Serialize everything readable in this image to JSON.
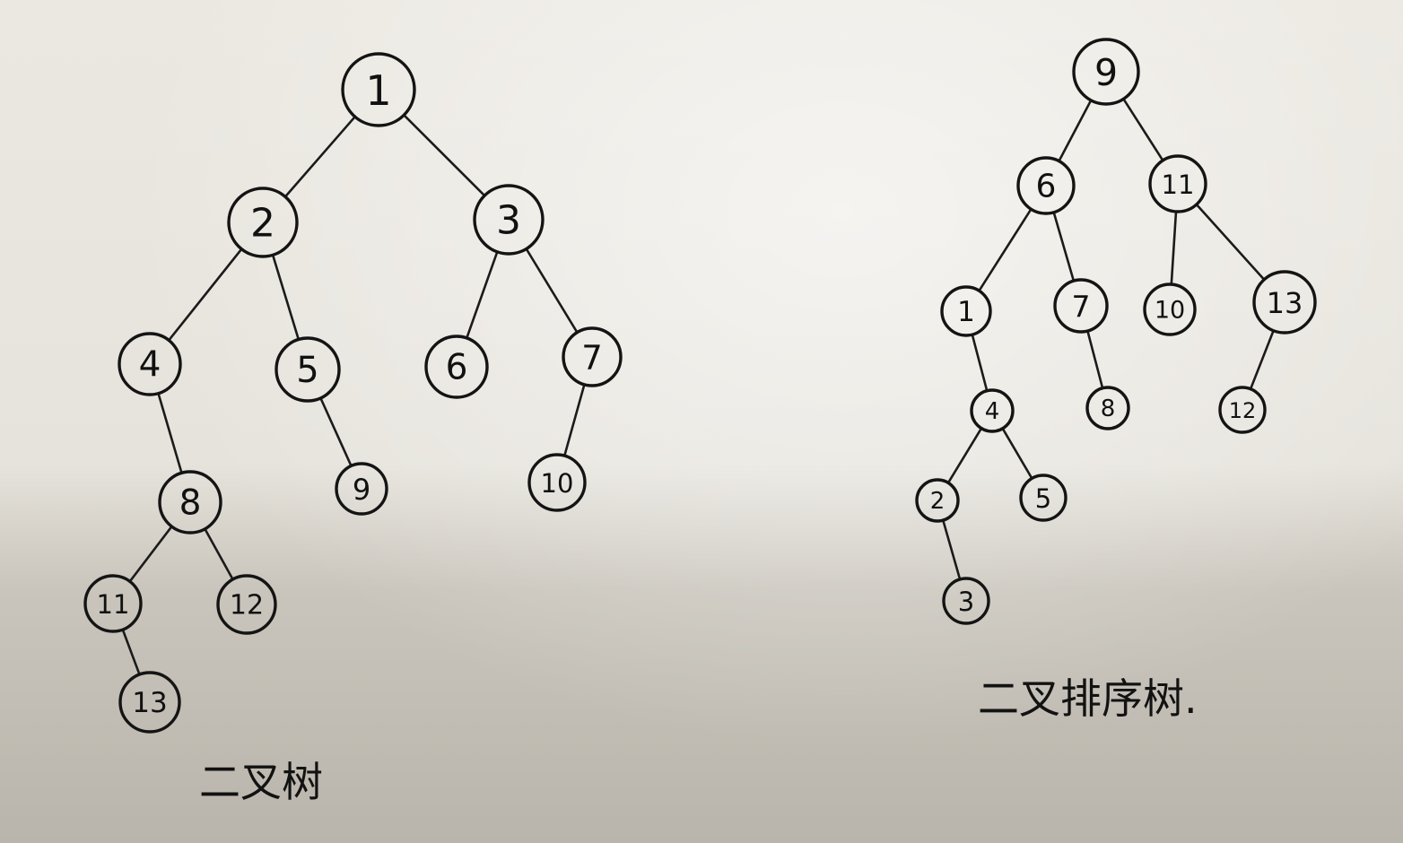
{
  "trees": [
    {
      "id": "binary-tree",
      "caption": "二叉树",
      "nodes": [
        "1",
        "2",
        "3",
        "4",
        "5",
        "6",
        "7",
        "8",
        "9",
        "10",
        "11",
        "12",
        "13"
      ],
      "edges": [
        [
          "1",
          "2"
        ],
        [
          "1",
          "3"
        ],
        [
          "2",
          "4"
        ],
        [
          "2",
          "5"
        ],
        [
          "3",
          "6"
        ],
        [
          "3",
          "7"
        ],
        [
          "4",
          "8"
        ],
        [
          "5",
          "9"
        ],
        [
          "7",
          "10"
        ],
        [
          "8",
          "11"
        ],
        [
          "8",
          "12"
        ],
        [
          "11",
          "13"
        ]
      ]
    },
    {
      "id": "binary-search-tree",
      "caption": "二叉排序树.",
      "nodes": [
        "9",
        "6",
        "11",
        "1",
        "7",
        "10",
        "13",
        "4",
        "8",
        "12",
        "2",
        "5",
        "3"
      ],
      "edges": [
        [
          "9",
          "6"
        ],
        [
          "9",
          "11"
        ],
        [
          "6",
          "1"
        ],
        [
          "6",
          "7"
        ],
        [
          "11",
          "10"
        ],
        [
          "11",
          "13"
        ],
        [
          "1",
          "4"
        ],
        [
          "7",
          "8"
        ],
        [
          "13",
          "12"
        ],
        [
          "4",
          "2"
        ],
        [
          "4",
          "5"
        ],
        [
          "2",
          "3"
        ]
      ]
    }
  ]
}
